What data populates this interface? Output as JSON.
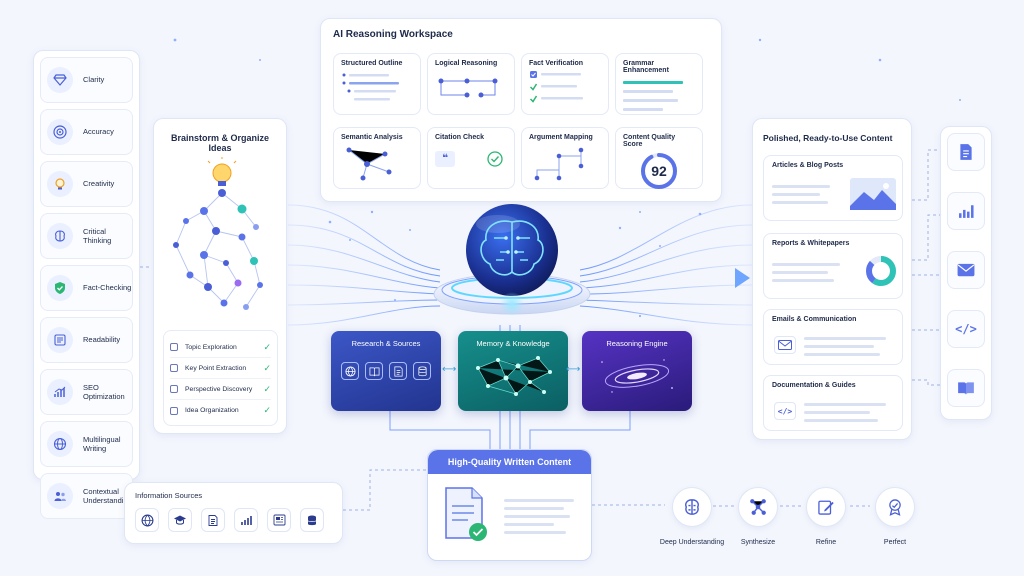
{
  "quality": {
    "items": [
      {
        "label": "Clarity",
        "icon": "diamond-icon"
      },
      {
        "label": "Accuracy",
        "icon": "target-icon"
      },
      {
        "label": "Creativity",
        "icon": "lightbulb-icon"
      },
      {
        "label": "Critical\nThinking",
        "icon": "brain-icon"
      },
      {
        "label": "Fact-Checking",
        "icon": "shield-check-icon"
      },
      {
        "label": "Readability",
        "icon": "text-lines-icon"
      },
      {
        "label": "SEO\nOptimization",
        "icon": "growth-chart-icon"
      },
      {
        "label": "Multilingual\nWriting",
        "icon": "globe-icon"
      },
      {
        "label": "Contextual\nUnderstanding",
        "icon": "people-icon"
      }
    ]
  },
  "brainstorm": {
    "title": "Brainstorm & Organize Ideas",
    "checklist": [
      "Topic Exploration",
      "Key Point Extraction",
      "Perspective Discovery",
      "Idea Organization"
    ]
  },
  "workspace": {
    "title": "AI Reasoning Workspace",
    "cells": [
      {
        "label": "Structured Outline"
      },
      {
        "label": "Logical Reasoning"
      },
      {
        "label": "Fact Verification"
      },
      {
        "label": "Grammar Enhancement"
      },
      {
        "label": "Semantic Analysis"
      },
      {
        "label": "Citation Check"
      },
      {
        "label": "Argument Mapping"
      },
      {
        "label": "Content Quality Score"
      }
    ],
    "quality_score": "92",
    "quality_fraction": 0.92
  },
  "center": {
    "panels": [
      "Research & Sources",
      "Memory & Knowledge",
      "Reasoning Engine"
    ]
  },
  "output": {
    "title": "High-Quality Written Content"
  },
  "sources": {
    "title": "Information Sources",
    "icons": [
      "globe-icon",
      "graduation-cap-icon",
      "document-icon",
      "bar-chart-icon",
      "newspaper-icon",
      "database-icon"
    ]
  },
  "pipeline": {
    "steps": [
      {
        "label": "Deep Understanding",
        "icon": "brain-icon"
      },
      {
        "label": "Synthesize",
        "icon": "network-icon"
      },
      {
        "label": "Refine",
        "icon": "edit-icon"
      },
      {
        "label": "Perfect",
        "icon": "award-icon"
      }
    ]
  },
  "polished": {
    "title": "Polished, Ready-to-Use Content",
    "cards": [
      {
        "label": "Articles & Blog Posts"
      },
      {
        "label": "Reports & Whitepapers"
      },
      {
        "label": "Emails & Communication"
      },
      {
        "label": "Documentation & Guides"
      }
    ]
  },
  "right_icons": [
    "document-icon",
    "bar-chart-icon",
    "mail-icon",
    "code-icon",
    "book-icon"
  ],
  "colors": {
    "accent": "#5b73e8",
    "navy": "#2b3c8f",
    "teal": "#12807e",
    "purple": "#4a2fb0",
    "check": "#2bb673"
  }
}
